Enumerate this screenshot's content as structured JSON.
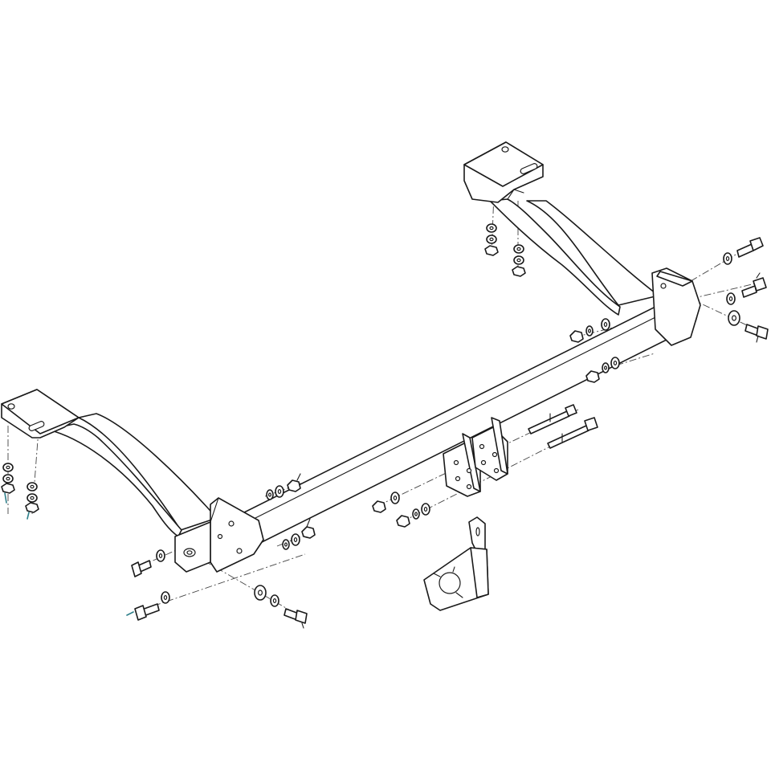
{
  "diagram": {
    "background": "#ffffff",
    "line_color": "#1a1a1a",
    "accent_color": "#2e7f8a",
    "parts": [
      "crossbar-tube",
      "left-mounting-bracket",
      "right-mounting-bracket",
      "left-end-plate",
      "right-end-plate",
      "tow-ball-mounting-plate",
      "electrical-socket-bracket",
      "bolts",
      "washers",
      "nuts"
    ]
  }
}
